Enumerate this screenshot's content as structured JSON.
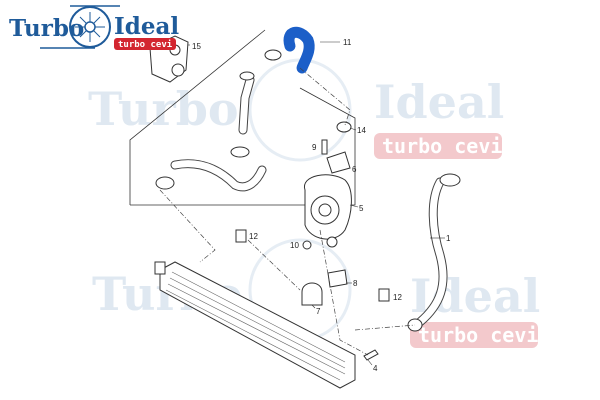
{
  "logo": {
    "brand_left": "Turbo",
    "brand_right": "Ideal",
    "tagline": "turbo cevi"
  },
  "watermark": {
    "brand_left": "Turbo",
    "brand_right": "Ideal",
    "tagline": "turbo cevi"
  },
  "colors": {
    "logo_blue": "#1f5b9a",
    "badge_red": "#d32630",
    "hose_highlight": "#1c5fc8",
    "watermark": "#dfe8f1"
  },
  "callouts": [
    "15",
    "11",
    "14",
    "9",
    "6",
    "5",
    "12",
    "10",
    "1",
    "8",
    "12",
    "7",
    "4"
  ]
}
